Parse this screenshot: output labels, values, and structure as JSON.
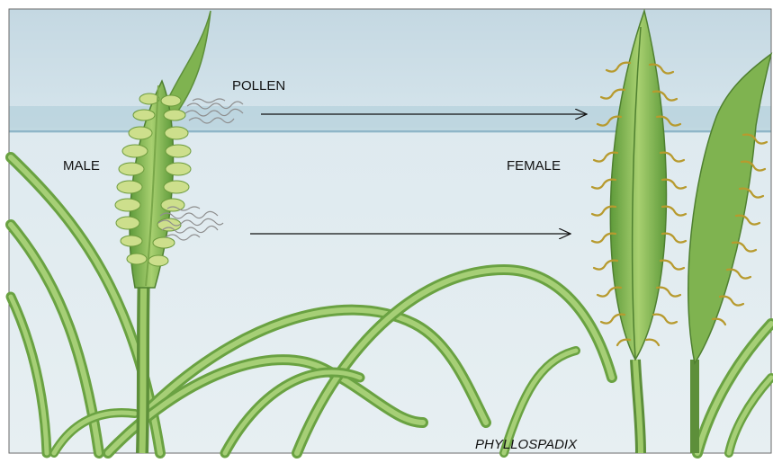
{
  "labels": {
    "pollen": "POLLEN",
    "male": "MALE",
    "female": "FEMALE",
    "genus": "PHYLLOSPADIX"
  },
  "colors": {
    "sky": "#c9dbe4",
    "water": "#dde9ee",
    "surface_line": "#9fc2d3",
    "leaf": "#8fbf5c",
    "leaf_dark": "#5d8f3a",
    "floret": "#c9da82",
    "stigma": "#b79a2e",
    "pollen": "#9b9b9b",
    "arrow": "#111111"
  },
  "icons": {
    "male_spadix": "male-flowering-spike-icon",
    "female_spadix": "female-flowering-spike-icon",
    "pollen_cluster": "pollen-cluster-icon"
  }
}
